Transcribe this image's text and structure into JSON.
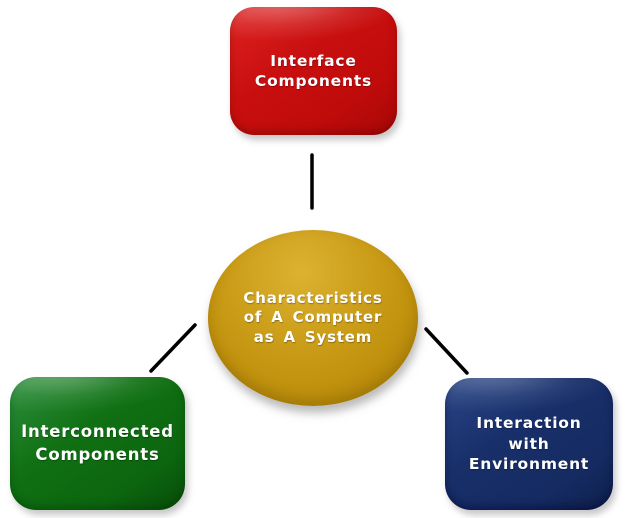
{
  "diagram": {
    "center_node": {
      "label": "Characteristics\nof A Computer\nas A System",
      "shape": "ellipse",
      "fill_color": "#c2930e",
      "text_color": "#ffffff"
    },
    "top_node": {
      "label": "Interface\nComponents",
      "shape": "rounded-rectangle",
      "fill_color": "#c40d0d",
      "text_color": "#ffffff"
    },
    "bottom_left_node": {
      "label": "Interconnected\nComponents",
      "shape": "rounded-rectangle",
      "fill_color": "#0d6a10",
      "text_color": "#ffffff"
    },
    "bottom_right_node": {
      "label": "Interaction\nwith\nEnvironment",
      "shape": "rounded-rectangle",
      "fill_color": "#16306b",
      "text_color": "#ffffff"
    },
    "connector_color": "#000000",
    "background_color": "#ffffff"
  }
}
